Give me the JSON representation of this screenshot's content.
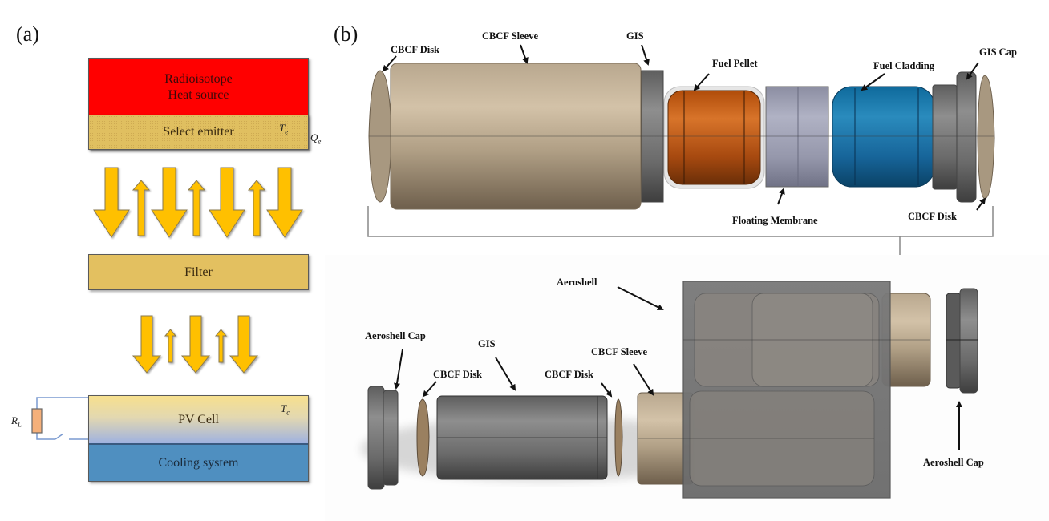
{
  "panel_a": {
    "label": "(a)",
    "heat_source": {
      "line1": "Radioisotope",
      "line2": "Heat source",
      "color": "#ff0000"
    },
    "emitter": {
      "label": "Select emitter",
      "temp_symbol": "T",
      "temp_sub": "e",
      "heat_symbol": "Q",
      "heat_sub": "e",
      "color": "#e0bf60"
    },
    "filter": {
      "label": "Filter",
      "color": "#e3c060"
    },
    "pv_cell": {
      "label": "PV Cell",
      "temp_symbol": "T",
      "temp_sub": "c"
    },
    "cooling": {
      "label": "Cooling system",
      "color": "#4f8fc0"
    },
    "load": {
      "symbol": "R",
      "sub": "L"
    },
    "arrow_color": "#ffc000"
  },
  "panel_b": {
    "label": "(b)",
    "top_assembly": {
      "labels": {
        "cbcf_disk_left": "CBCF Disk",
        "cbcf_sleeve": "CBCF Sleeve",
        "gis": "GIS",
        "fuel_pellet": "Fuel Pellet",
        "fuel_cladding": "Fuel Cladding",
        "gis_cap": "GIS Cap",
        "floating_membrane": "Floating Membrane",
        "cbcf_disk_right": "CBCF Disk"
      }
    },
    "bottom_assembly": {
      "labels": {
        "aeroshell": "Aeroshell",
        "aeroshell_cap_left": "Aeroshell Cap",
        "gis": "GIS",
        "cbcf_disk_1": "CBCF Disk",
        "cbcf_disk_2": "CBCF Disk",
        "cbcf_sleeve": "CBCF Sleeve",
        "aeroshell_cap_right": "Aeroshell Cap"
      }
    },
    "colors": {
      "sleeve": "#c2b098",
      "gis": "#6e6e6e",
      "pellet": "#c0550e",
      "membrane": "#9a9cb0",
      "cladding": "#1f6f9f",
      "aeroshell": "#7a7a7a"
    }
  }
}
